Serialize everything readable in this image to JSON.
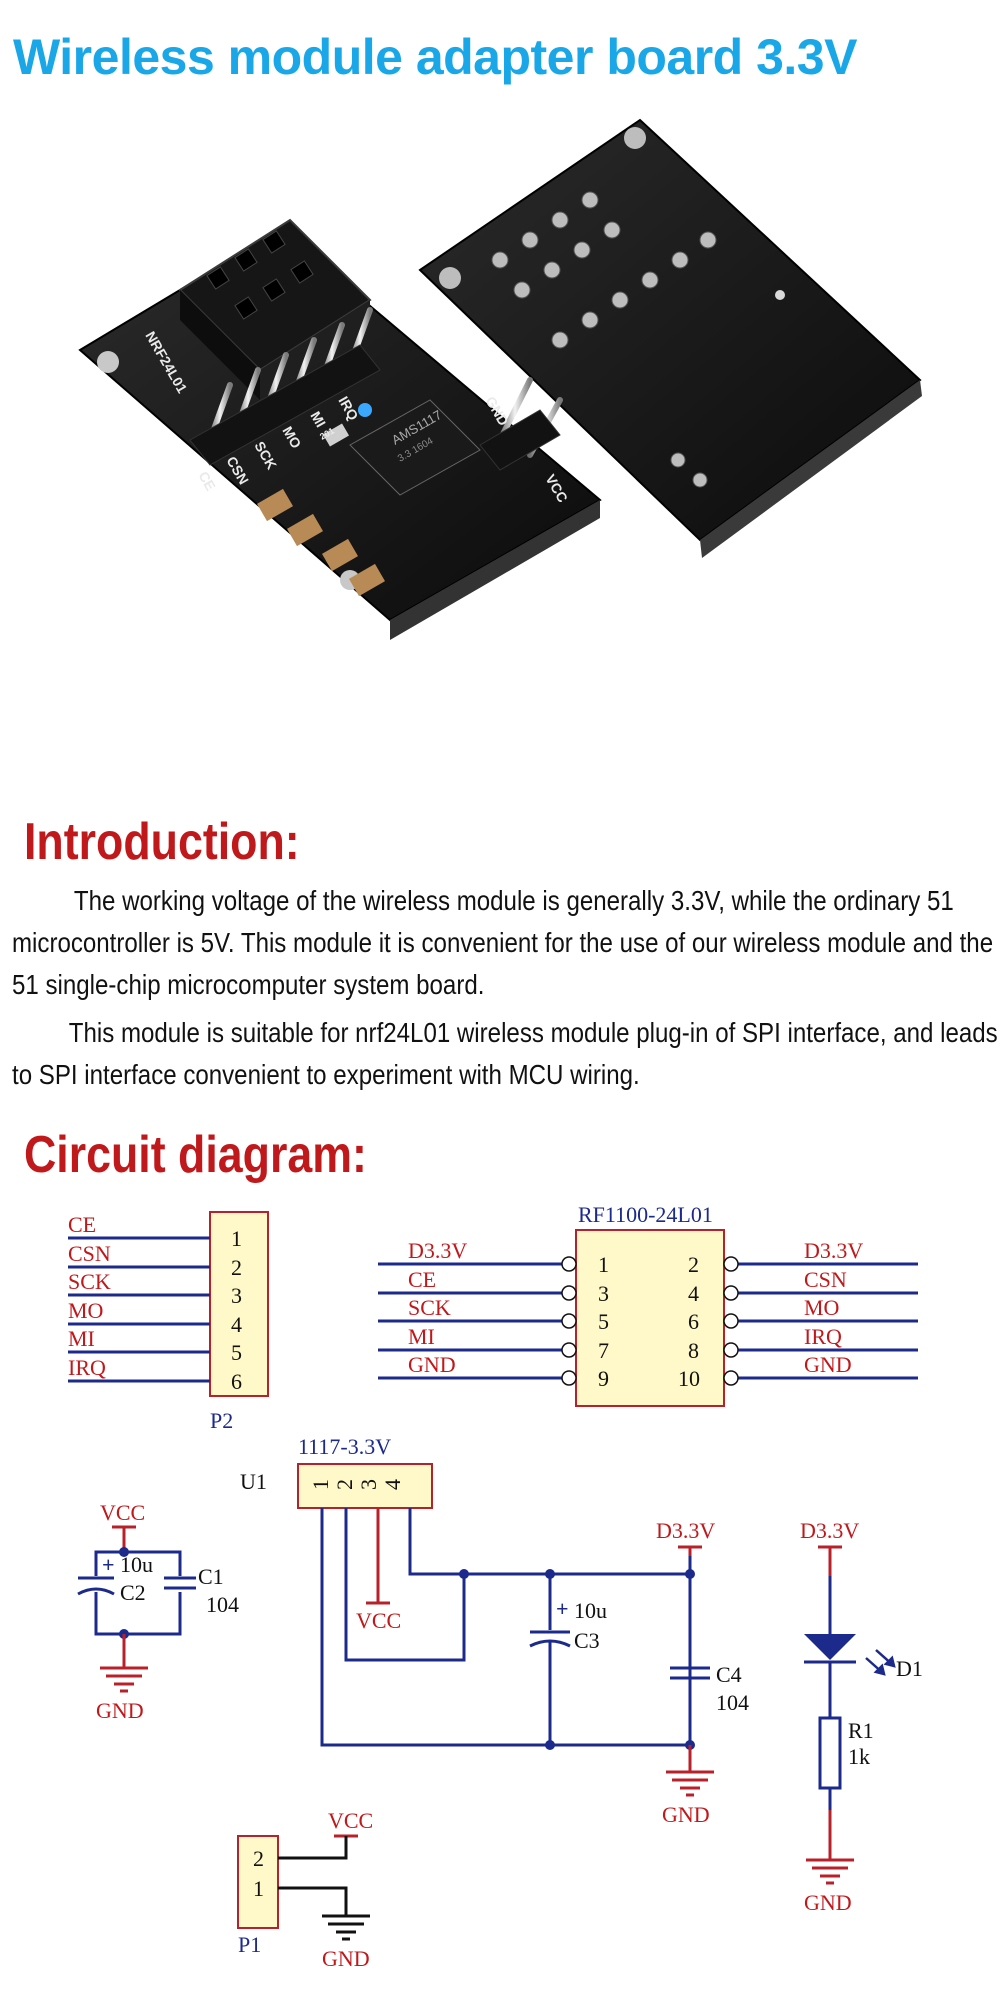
{
  "title": "Wireless module adapter board 3.3V",
  "board_silkscreen": {
    "model": "NRF24L01",
    "pins_left": [
      "CE",
      "CSN",
      "SCK",
      "MO",
      "MI",
      "IRQ"
    ],
    "pin_gnd": "GND",
    "pin_vcc": "VCC",
    "regulator": "AMS1117",
    "regulator_sub": "3.3 1604",
    "resistor": "201"
  },
  "intro": {
    "heading": "Introduction:",
    "paragraphs": [
      "The working voltage of the wireless module is generally 3.3V, while the ordinary 51 microcontroller is 5V. This module it is convenient for the use of our wireless module and the 51 single-chip microcomputer system board.",
      "This module is suitable for nrf24L01 wireless module plug-in of SPI interface, and leads to SPI interface convenient to experiment with MCU wiring."
    ]
  },
  "circuit": {
    "heading": "Circuit diagram:",
    "p2": {
      "name": "P2",
      "signals": [
        "CE",
        "CSN",
        "SCK",
        "MO",
        "MI",
        "IRQ"
      ],
      "pins": [
        "1",
        "2",
        "3",
        "4",
        "5",
        "6"
      ]
    },
    "rf": {
      "name": "RF1100-24L01",
      "left_signals": [
        "D3.3V",
        "CE",
        "SCK",
        "MI",
        "GND"
      ],
      "left_pins": [
        "1",
        "3",
        "5",
        "7",
        "9"
      ],
      "right_pins": [
        "2",
        "4",
        "6",
        "8",
        "10"
      ],
      "right_signals": [
        "D3.3V",
        "CSN",
        "MO",
        "IRQ",
        "GND"
      ]
    },
    "u1": {
      "name": "U1",
      "part": "1117-3.3V",
      "pins": [
        "1",
        "2",
        "3",
        "4"
      ]
    },
    "vcc_label": "VCC",
    "gnd_label": "GND",
    "d33_label": "D3.3V",
    "caps": {
      "c1": {
        "name": "C1",
        "value": "104"
      },
      "c2": {
        "name": "C2",
        "value": "10u",
        "polarity": "+"
      },
      "c3": {
        "name": "C3",
        "value": "10u",
        "polarity": "+"
      },
      "c4": {
        "name": "C4",
        "value": "104"
      }
    },
    "d1": "D1",
    "r1": {
      "name": "R1",
      "value": "1k"
    },
    "p1": {
      "name": "P1",
      "pins": [
        "2",
        "1"
      ]
    }
  }
}
